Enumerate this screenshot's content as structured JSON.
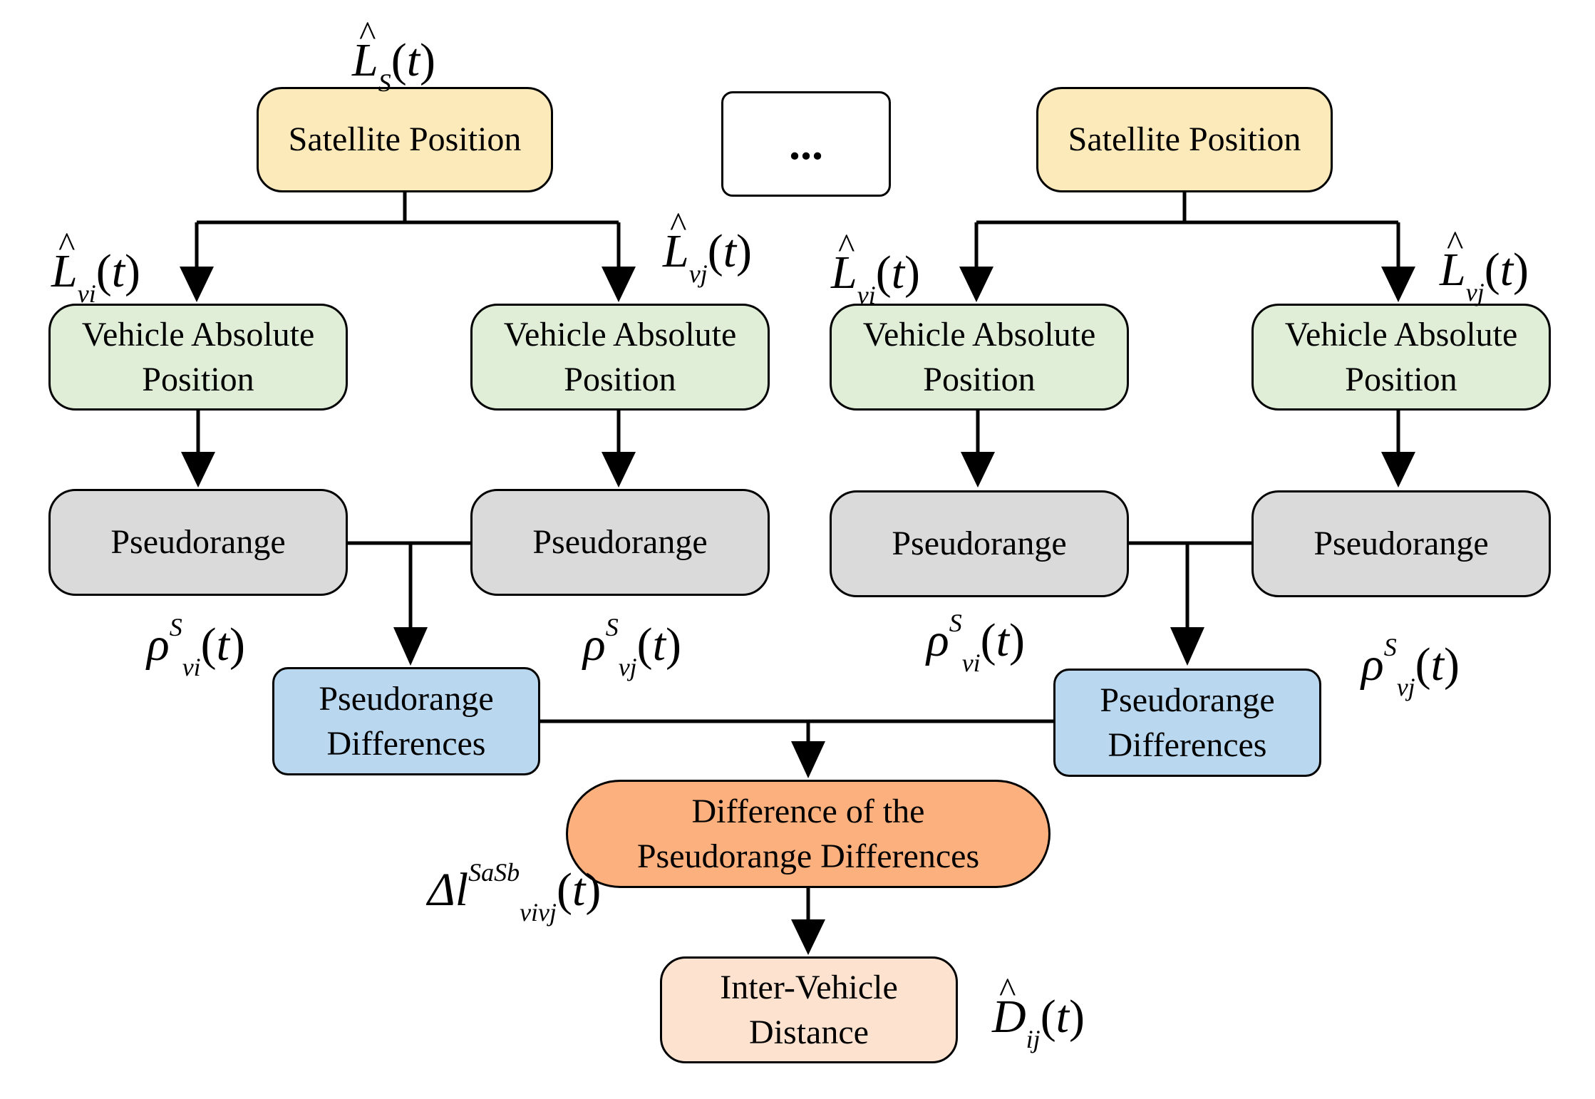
{
  "nodes": {
    "satellite_left": "Satellite Position",
    "ellipsis": "...",
    "satellite_right": "Satellite Position",
    "vehicle_line1": "Vehicle Absolute",
    "vehicle_line2": "Position",
    "pseudorange": "Pseudorange",
    "differences_line1": "Pseudorange",
    "differences_line2": "Differences",
    "double_diff_line1": "Difference of the",
    "double_diff_line2": "Pseudorange Differences",
    "ivd_line1": "Inter-Vehicle",
    "ivd_line2": "Distance"
  },
  "labels": {
    "L": "L",
    "hat": "^",
    "S": "S",
    "t": "t",
    "vi": "vi",
    "vj": "vj",
    "rho": "ρ",
    "delta": "Δl",
    "sa_sb": "SaSb",
    "vi_vj": "vivj",
    "D": "D",
    "ij": "ij",
    "open": "(",
    "close": ")"
  },
  "colors": {
    "satellite": "#fdeabb",
    "vehicle": "#e0eed8",
    "pseudorange": "#dadada",
    "differences": "#b9d7ef",
    "double_difference": "#fbb07e",
    "inter_vehicle_distance": "#fde2cf"
  }
}
